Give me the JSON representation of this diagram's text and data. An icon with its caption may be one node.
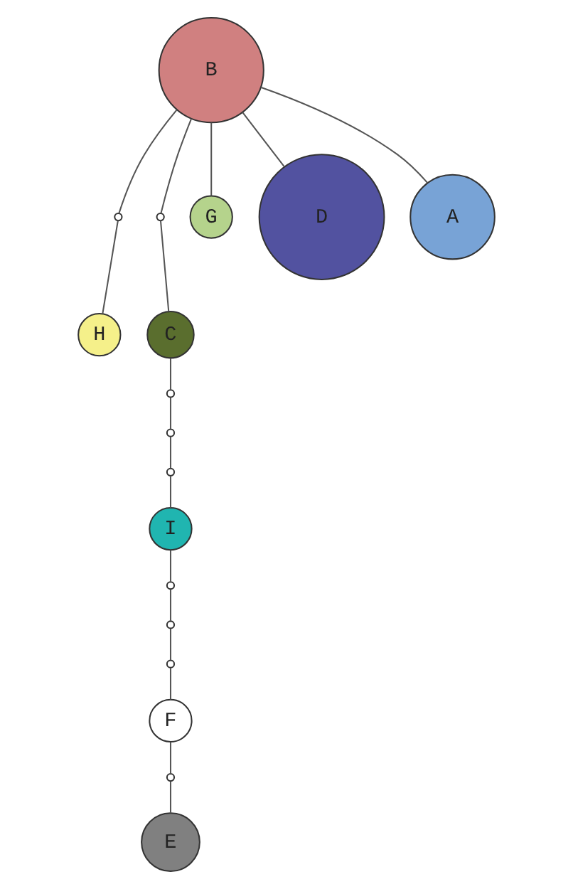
{
  "diagram": {
    "nodes": [
      {
        "text": [
          "B"
        ]
      },
      {
        "text": [],
        "shape": "circle"
      },
      {
        "text": [],
        "shape": "circle"
      },
      {
        "text": [
          "G"
        ]
      },
      {
        "text": [
          "D"
        ]
      },
      {
        "text": [
          "A"
        ]
      },
      {
        "text": [
          "H"
        ]
      },
      {
        "text": [
          "C"
        ]
      },
      {
        "text": [],
        "shape": "circle"
      },
      {
        "text": [],
        "shape": "circle"
      },
      {
        "text": [],
        "shape": "circle"
      },
      {
        "text": [
          "I"
        ]
      },
      {
        "text": [],
        "shape": "circle"
      },
      {
        "text": [],
        "shape": "circle"
      },
      {
        "text": [],
        "shape": "circle"
      },
      {
        "text": [
          "F"
        ]
      },
      {
        "text": [],
        "shape": "circle"
      },
      {
        "text": [
          "E"
        ]
      }
    ],
    "edges": [
      {
        "from": 0,
        "to": 1,
        "arrow": "none"
      },
      {
        "from": 0,
        "to": 2,
        "arrow": "none"
      },
      {
        "from": 0,
        "to": 3,
        "arrow": "none"
      },
      {
        "from": 0,
        "to": 4,
        "arrow": "none"
      },
      {
        "from": 0,
        "to": 5,
        "arrow": "none"
      },
      {
        "from": 1,
        "to": 6,
        "arrow": "none"
      },
      {
        "from": 2,
        "to": 7,
        "arrow": "none"
      },
      {
        "from": 7,
        "to": 8,
        "arrow": "none"
      },
      {
        "from": 8,
        "to": 9,
        "arrow": "none"
      },
      {
        "from": 9,
        "to": 10,
        "arrow": "none"
      },
      {
        "from": 10,
        "to": 11,
        "arrow": "none"
      },
      {
        "from": 11,
        "to": 12,
        "arrow": "none"
      },
      {
        "from": 12,
        "to": 13,
        "arrow": "none"
      },
      {
        "from": 13,
        "to": 14,
        "arrow": "none"
      },
      {
        "from": 14,
        "to": 15,
        "arrow": "none"
      },
      {
        "from": 15,
        "to": 16,
        "arrow": "none"
      },
      {
        "from": 16,
        "to": 17,
        "arrow": "none"
      }
    ]
  }
}
